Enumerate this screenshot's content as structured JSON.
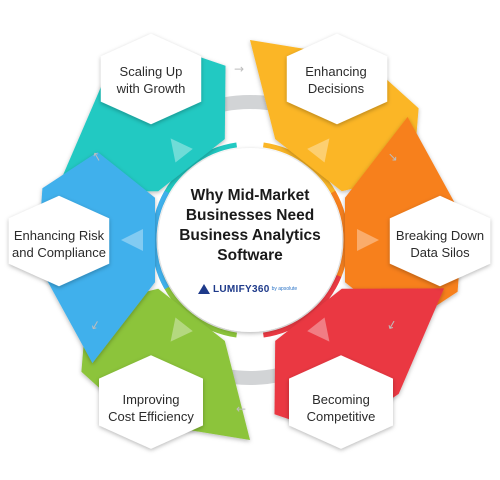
{
  "center": {
    "title": "Why Mid-Market\nBusinesses Need\nBusiness Analytics\nSoftware",
    "logo_text": "LUMIFY360",
    "logo_sub": "by apsolute"
  },
  "nodes": [
    {
      "id": "scaling",
      "label": "Scaling Up\nwith Growth",
      "color": "#21c9c2"
    },
    {
      "id": "decisions",
      "label": "Enhancing\nDecisions",
      "color": "#fbb626"
    },
    {
      "id": "silos",
      "label": "Breaking Down\nData Silos",
      "color": "#f7801e"
    },
    {
      "id": "competitive",
      "label": "Becoming\nCompetitive",
      "color": "#ea3943"
    },
    {
      "id": "cost",
      "label": "Improving\nCost Efficiency",
      "color": "#8cc43b"
    },
    {
      "id": "risk",
      "label": "Enhancing Risk\nand Compliance",
      "color": "#3fb0ec"
    }
  ],
  "colors": {
    "ring": "#d2d4d6",
    "inner_ring": "#e8e8e8",
    "arrow": "#bdbdbd"
  },
  "icons": [
    "arrow-right-icon",
    "arrow-down-right-icon",
    "arrow-down-icon",
    "arrow-left-icon",
    "arrow-up-icon",
    "lumify-logo-icon"
  ]
}
